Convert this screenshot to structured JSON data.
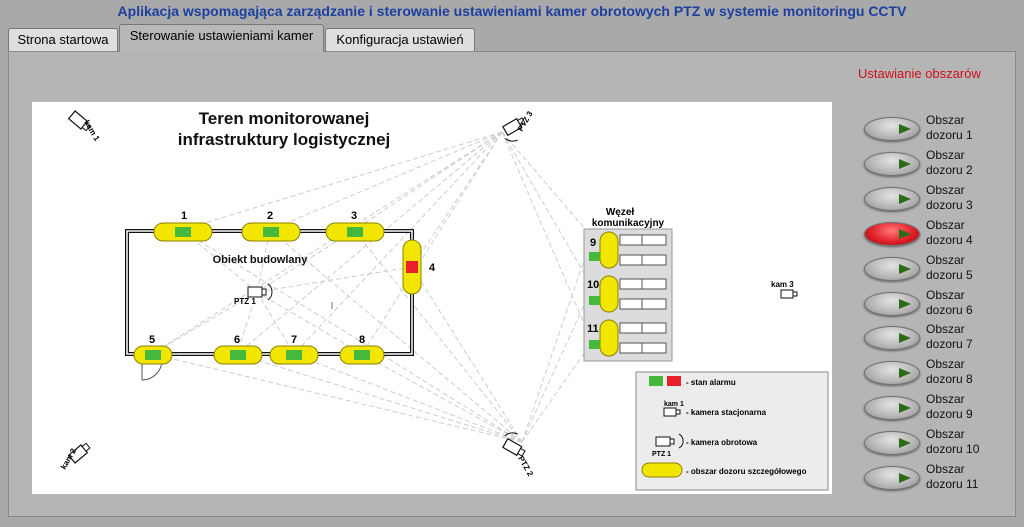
{
  "app": {
    "title": "Aplikacja wspomagająca zarządzanie i sterowanie ustawieniami kamer obrotowych PTZ w systemie monitoringu CCTV"
  },
  "tabs": [
    {
      "label": "Strona startowa",
      "active": false
    },
    {
      "label": "Sterowanie ustawieniami kamer",
      "active": true
    },
    {
      "label": "Konfiguracja ustawień",
      "active": false
    }
  ],
  "section_title": "Ustawianie obszarów",
  "map": {
    "title_line1": "Teren monitorowanej",
    "title_line2": "infrastruktury logistycznej",
    "building_label": "Obiekt budowlany",
    "node_line1": "Węzeł",
    "node_line2": "komunikacyjny",
    "zone_numbers": [
      "1",
      "2",
      "3",
      "4",
      "5",
      "6",
      "7",
      "8",
      "9",
      "10",
      "11"
    ],
    "cameras": {
      "kam1": "kam 1",
      "kam2": "kam 2",
      "kam3": "kam 3",
      "ptz1": "PTZ 1",
      "ptz2": "PTZ 2",
      "ptz3": "PTZ 3"
    },
    "colors": {
      "zone_fill": "#f2e600",
      "alarm_ok": "#46b83c",
      "alarm_on": "#e8202a",
      "sight_line": "#c8c8c8"
    }
  },
  "legend": {
    "alarm_state": "- stan alarmu",
    "static_camera_label": "kam 1",
    "static_camera": "- kamera stacjonarna",
    "ptz_camera_label": "PTZ 1",
    "ptz_camera": "- kamera obrotowa",
    "detail_zone": "- obszar dozoru szczegółowego"
  },
  "zones": [
    {
      "line1": "Obszar",
      "line2": "dozoru 1",
      "active": false
    },
    {
      "line1": "Obszar",
      "line2": "dozoru 2",
      "active": false
    },
    {
      "line1": "Obszar",
      "line2": "dozoru 3",
      "active": false
    },
    {
      "line1": "Obszar",
      "line2": "dozoru 4",
      "active": true
    },
    {
      "line1": "Obszar",
      "line2": "dozoru 5",
      "active": false
    },
    {
      "line1": "Obszar",
      "line2": "dozoru 6",
      "active": false
    },
    {
      "line1": "Obszar",
      "line2": "dozoru 7",
      "active": false
    },
    {
      "line1": "Obszar",
      "line2": "dozoru 8",
      "active": false
    },
    {
      "line1": "Obszar",
      "line2": "dozoru 9",
      "active": false
    },
    {
      "line1": "Obszar",
      "line2": "dozoru 10",
      "active": false
    },
    {
      "line1": "Obszar",
      "line2": "dozoru 11",
      "active": false
    }
  ]
}
